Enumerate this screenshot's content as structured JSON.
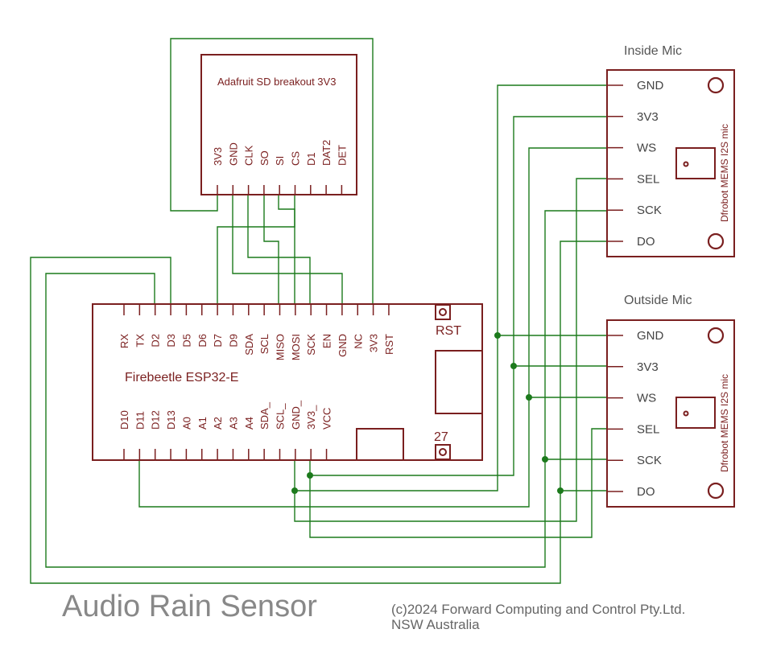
{
  "sd_breakout": {
    "title": "Adafruit SD breakout 3V3",
    "pins": [
      "3V3",
      "GND",
      "CLK",
      "SO",
      "SI",
      "CS",
      "D1",
      "DAT2",
      "DET"
    ]
  },
  "esp32": {
    "title": "Firebeetle ESP32-E",
    "top_pins": [
      "RX",
      "TX",
      "D2",
      "D3",
      "D5",
      "D6",
      "D7",
      "D9",
      "SDA",
      "SCL",
      "MISO",
      "MOSI",
      "SCK",
      "EN",
      "GND",
      "NC",
      "3V3",
      "RST"
    ],
    "bottom_pins": [
      "D10",
      "D11",
      "D12",
      "D13",
      "A0",
      "A1",
      "A2",
      "A3",
      "A4",
      "SDA_",
      "SCL_",
      "GND_",
      "3V3_",
      "VCC"
    ],
    "rst_label": "RST",
    "pin27_label": "27"
  },
  "inside_mic": {
    "title": "Inside Mic",
    "side_label": "Dfrobot MEMS I2S mic",
    "pins": [
      "GND",
      "3V3",
      "WS",
      "SEL",
      "SCK",
      "DO"
    ]
  },
  "outside_mic": {
    "title": "Outside Mic",
    "side_label": "Dfrobot MEMS I2S mic",
    "pins": [
      "GND",
      "3V3",
      "WS",
      "SEL",
      "SCK",
      "DO"
    ]
  },
  "footer": {
    "title": "Audio Rain Sensor",
    "copyright_line1": "(c)2024 Forward Computing and Control Pty.Ltd.",
    "copyright_line2": "NSW Australia"
  },
  "colors": {
    "component": "#7a1f1f",
    "wire": "#1c7a1c",
    "label_gray": "#555555"
  }
}
